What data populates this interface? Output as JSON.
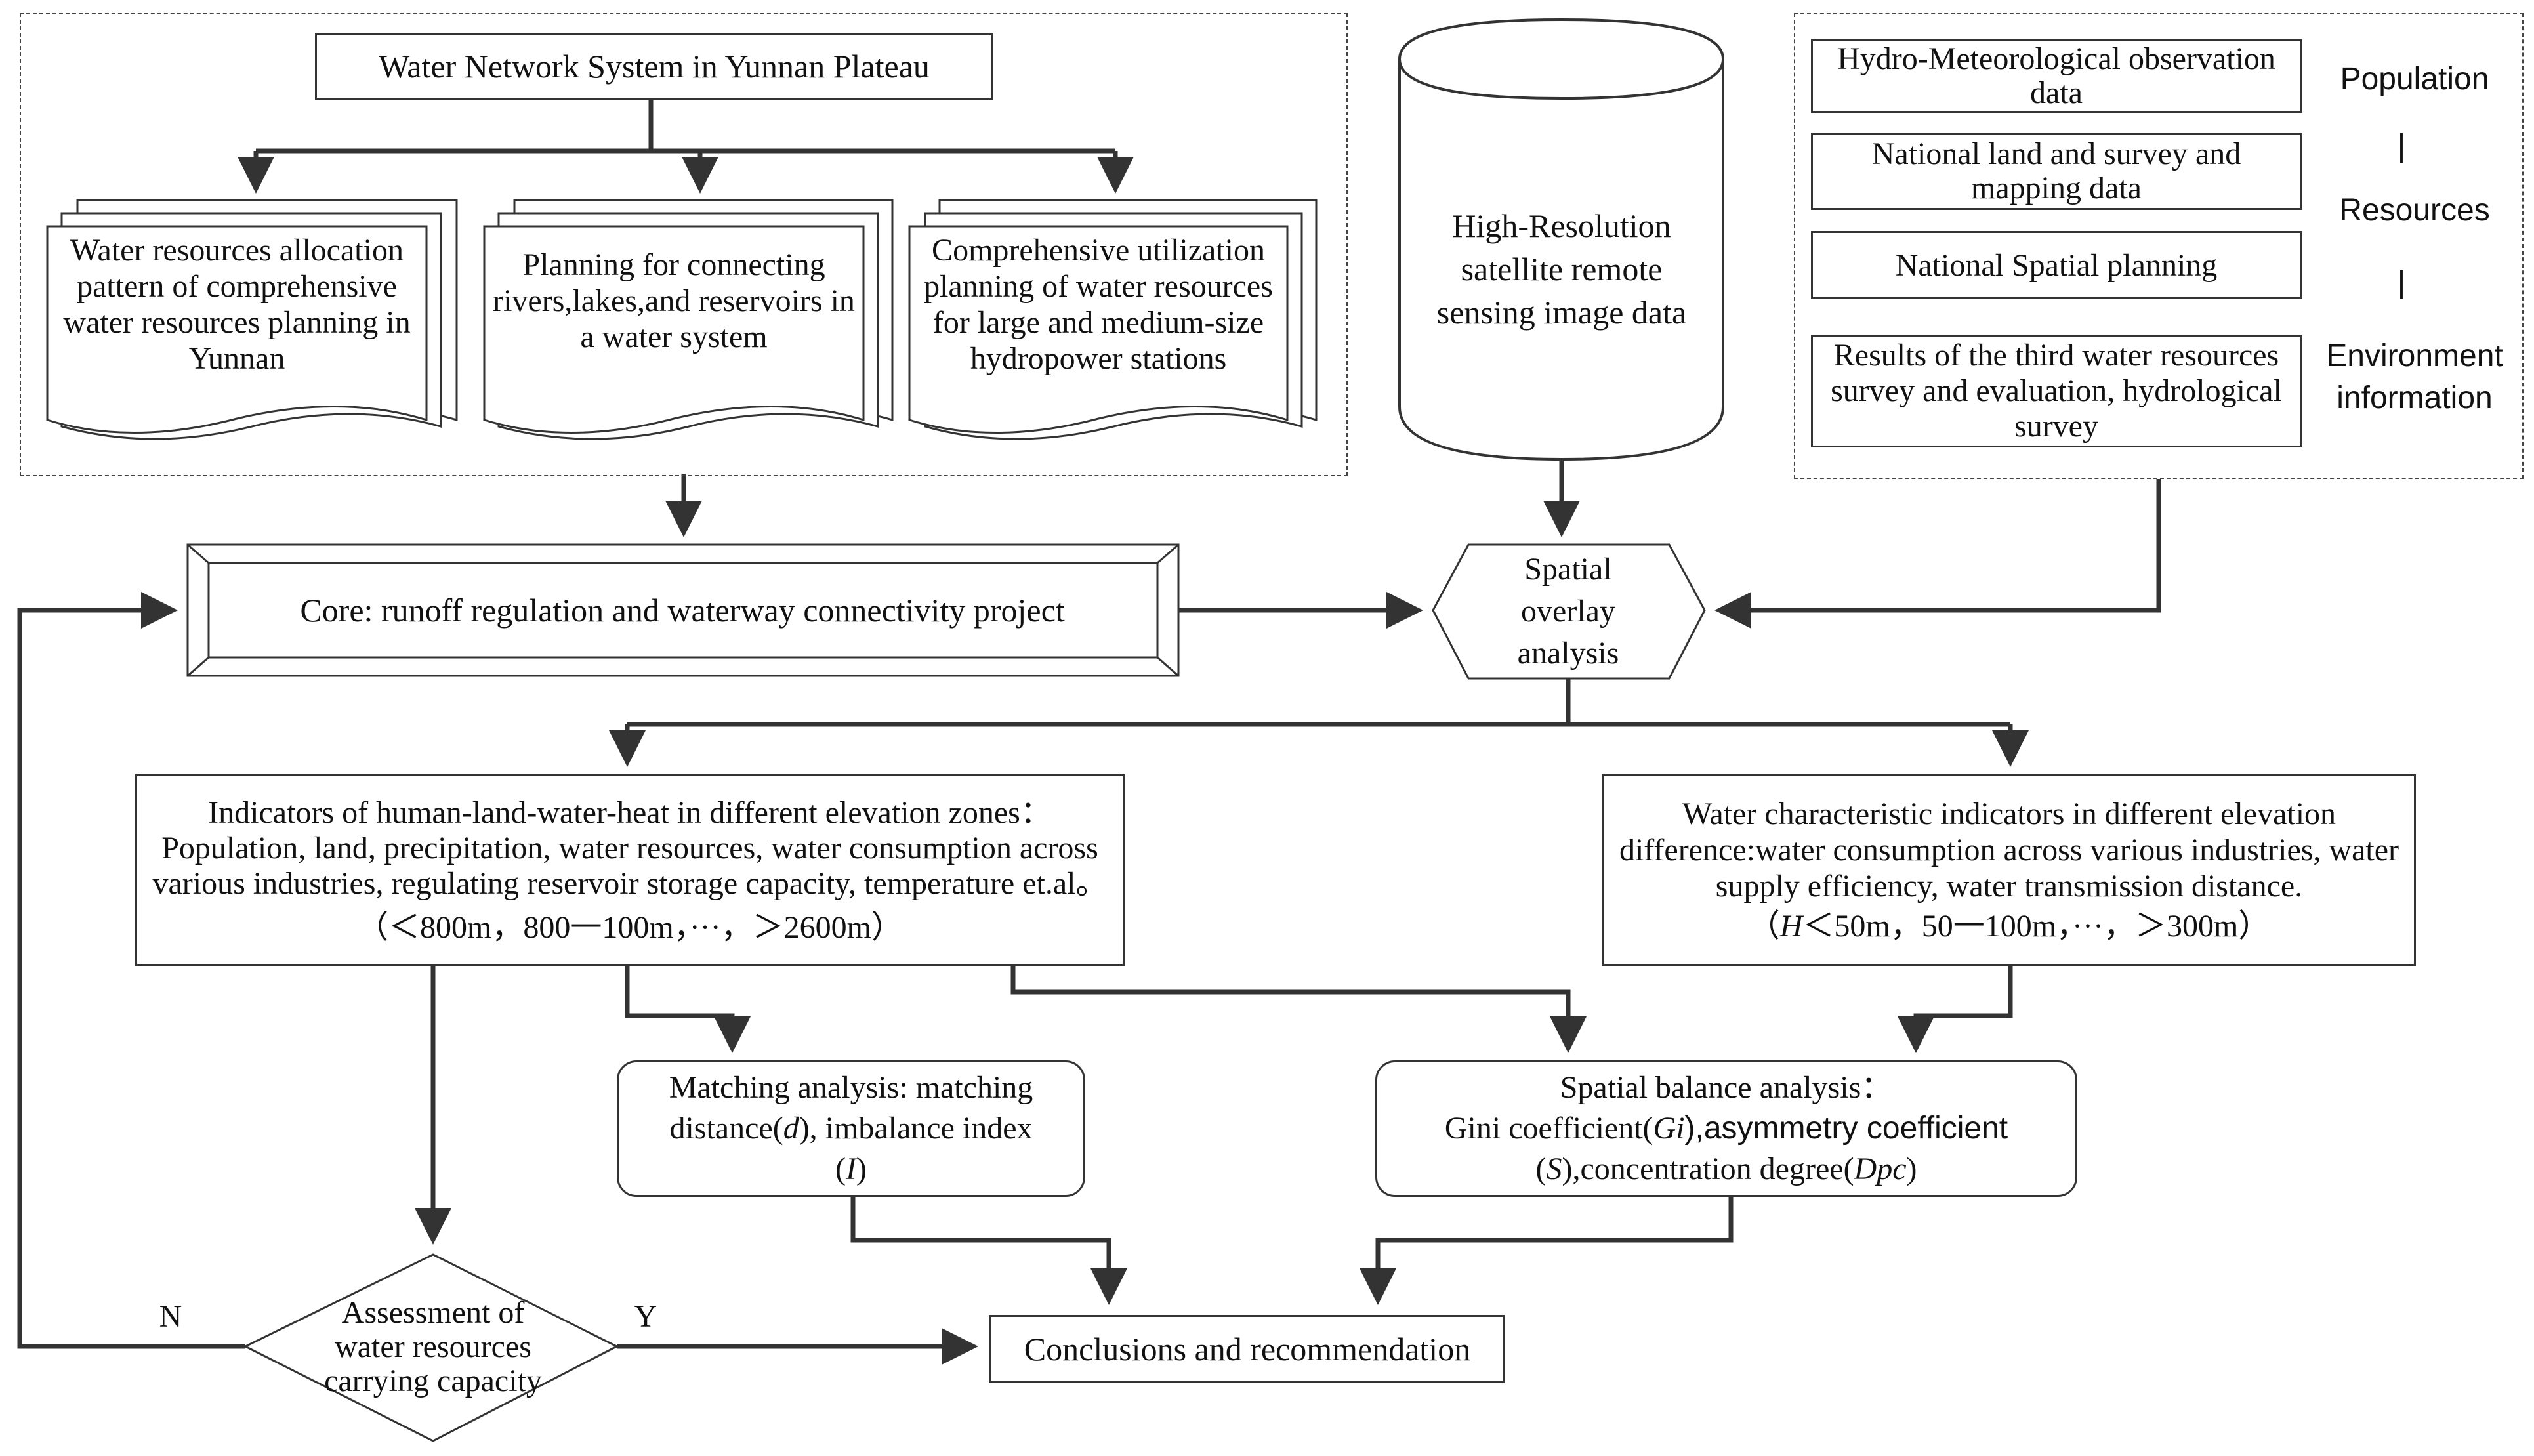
{
  "water_network": {
    "title": "Water Network System in Yunnan Plateau",
    "plans": [
      "Water resources allocation pattern of comprehensive water resources planning in Yunnan",
      "Planning for connecting rivers,lakes,and reservoirs in a water system",
      "Comprehensive utilization planning of water resources for large and medium-size hydropower stations"
    ]
  },
  "satellite": {
    "label": "High-Resolution satellite remote sensing image data"
  },
  "data_sources": {
    "items": [
      "Hydro-Meteorological observation data",
      "National land and survey and mapping data",
      "National Spatial planning",
      "Results of the third water resources survey and evaluation, hydrological survey"
    ],
    "side_labels": [
      "Population",
      "|",
      "Resources",
      "|",
      "Environment information"
    ]
  },
  "core": {
    "label": "Core: runoff regulation and waterway connectivity project"
  },
  "overlay": {
    "label": "Spatial overlay analysis"
  },
  "indicators_left": {
    "text": "Indicators of human-land-water-heat in different elevation zones：Population, land, precipitation, water resources, water consumption across various industries, regulating reservoir storage capacity, temperature et.al。",
    "range": "（＜800m，800一100m，···，＞2600m）"
  },
  "indicators_right": {
    "text": "Water characteristic indicators in different elevation difference:water consumption across various industries, water supply efficiency, water transmission distance.",
    "range_var": "H",
    "range_rest": "＜50m，50一100m，···，＞300m）",
    "range_open": "（"
  },
  "matching": {
    "line1": "Matching analysis: matching",
    "line2a": "distance(",
    "d": "d",
    "line2b": "), imbalance index",
    "line3a": "(",
    "I": "I",
    "line3b": ")"
  },
  "balance": {
    "line1": "Spatial balance analysis：",
    "l2a": "Gini coefficient(",
    "Gi": "Gi",
    "l2b": "),asymmetry coefficient",
    "l3a": "(",
    "S": "S",
    "l3b": "),concentration degree(",
    "Dpc": "Dpc",
    "l3c": ")"
  },
  "assessment": {
    "label": "Assessment of water resources carrying capacity",
    "no": "N",
    "yes": "Y"
  },
  "conclusion": {
    "label": "Conclusions and recommendation"
  },
  "colors": {
    "line": "#333333",
    "border": "#333333",
    "frame": "#444444"
  }
}
